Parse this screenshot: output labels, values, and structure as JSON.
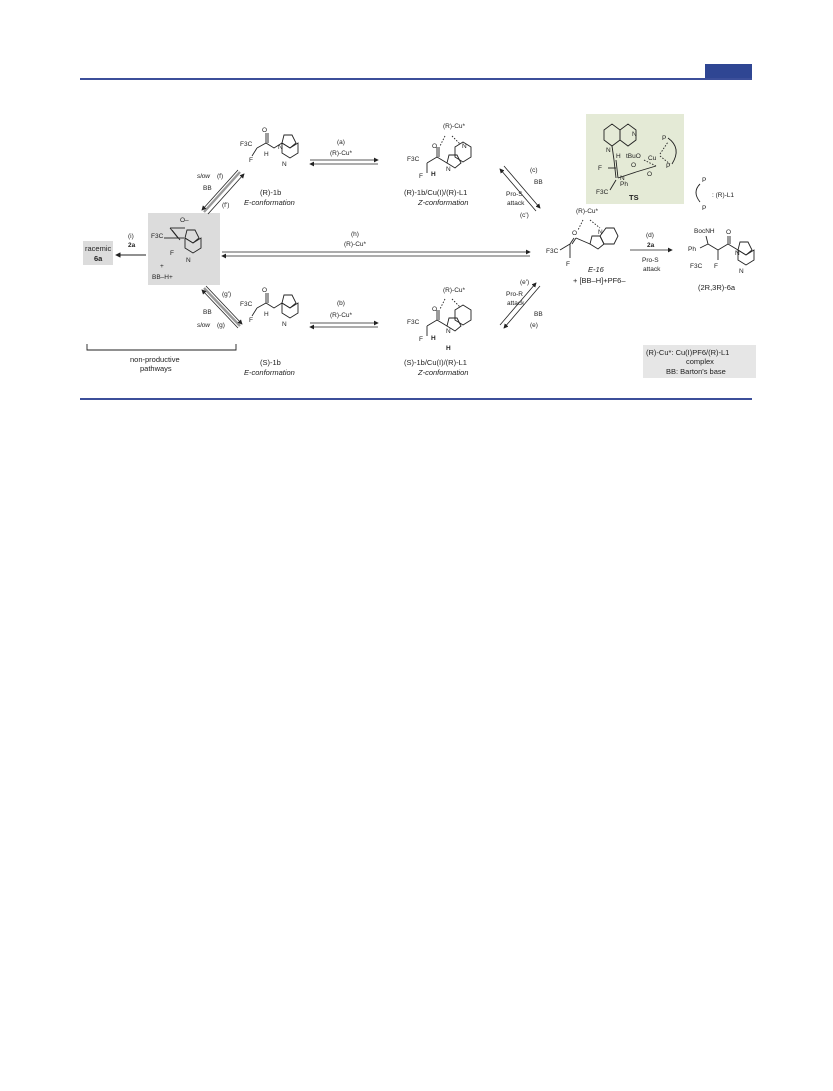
{
  "header": {
    "accent": "#2f4693"
  },
  "ts_box": {
    "bg": "#e4ead6",
    "label": "TS",
    "ligand_note": ": (R)-L1"
  },
  "enolate_box": {
    "bg": "#dcdcdc"
  },
  "racemic_box": {
    "bg": "#dcdcdc",
    "line1": "racemic",
    "line2": "6a"
  },
  "legend": {
    "bg": "#e6e6e6",
    "line1": "(R)-Cu*: Cu(I)PF6/(R)-L1",
    "line2": "complex",
    "line3": "BB: Barton's base"
  },
  "compounds": {
    "r1b": {
      "name": "(R)-1b",
      "conf": "E-conformation"
    },
    "s1b": {
      "name": "(S)-1b",
      "conf": "E-conformation"
    },
    "rcomplex": {
      "name": "(R)-1b/Cu(I)/(R)-L1",
      "conf": "Z-conformation"
    },
    "scomplex": {
      "name": "(S)-1b/Cu(I)/(R)-L1",
      "conf": "Z-conformation"
    },
    "e16": {
      "name": "E-16",
      "counter": "+ [BB–H]+PF6–"
    },
    "product": {
      "name": "(2R,3R)-6a"
    }
  },
  "arrows": {
    "a": {
      "label": "(a)",
      "reagent": "(R)-Cu*"
    },
    "b": {
      "label": "(b)",
      "reagent": "(R)-Cu*"
    },
    "h": {
      "label": "(h)",
      "reagent": "(R)-Cu*"
    },
    "c": {
      "label": "(c)",
      "reagent": "BB",
      "rev": "(c')",
      "side": "Pro-S",
      "side2": "attack"
    },
    "e": {
      "label": "(e)",
      "reagent": "BB",
      "rev": "(e')",
      "side": "Pro-R",
      "side2": "attack"
    },
    "d": {
      "label": "(d)",
      "reagent": "2a",
      "side": "Pro-S",
      "side2": "attack"
    },
    "f": {
      "label": "(f)",
      "slow": "slow",
      "reagent": "BB",
      "rev": "(f')"
    },
    "g": {
      "label": "(g)",
      "slow": "slow",
      "reagent": "BB",
      "rev": "(g')"
    },
    "i": {
      "label": "(i)",
      "reagent": "2a"
    }
  },
  "atoms": {
    "cu_label": "(R)-Cu*",
    "o_minus": "O–",
    "plus": "+",
    "bbh": "BB–H+",
    "f3c": "F3C",
    "f": "F",
    "h": "H",
    "n": "N",
    "o": "O",
    "bocnh": "BocNH",
    "ph": "Ph",
    "p": "P",
    "tbuo": "tBuO",
    "cu": "Cu"
  },
  "nonproductive": {
    "line1": "non-productive",
    "line2": "pathways"
  }
}
